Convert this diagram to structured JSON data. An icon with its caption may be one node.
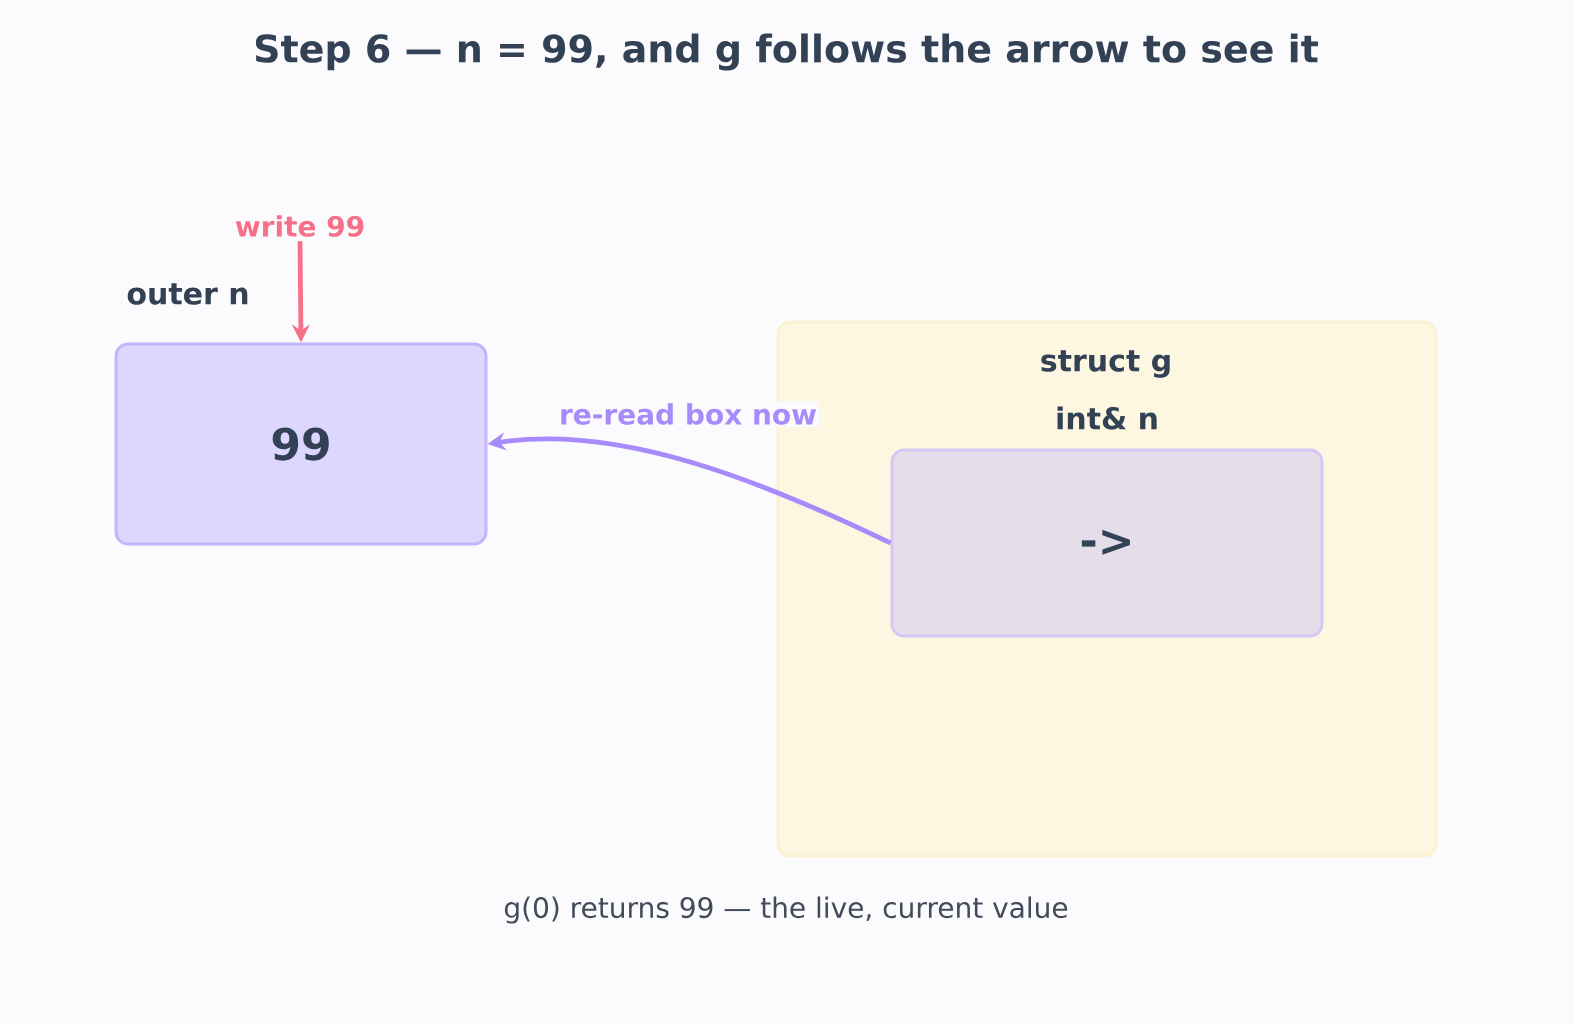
{
  "diagram": {
    "title": "Step 6 — n = 99, and g follows the arrow to see it",
    "nodes": [
      {
        "text": [
          "outer n",
          "99"
        ]
      },
      {
        "text": [
          "struct g"
        ]
      },
      {
        "text": [
          "int& n",
          "->"
        ],
        "in": 1
      },
      {
        "text": [
          "write 99"
        ]
      }
    ],
    "edges": [
      {
        "from": 3,
        "to": 0,
        "arrow": "to",
        "color": "#f7708a"
      },
      {
        "from": 2,
        "to": 0,
        "arrow": "to",
        "label": "re-read box now",
        "color": "#a78bfa"
      }
    ],
    "caption": "g(0) returns 99 — the live, current value"
  }
}
